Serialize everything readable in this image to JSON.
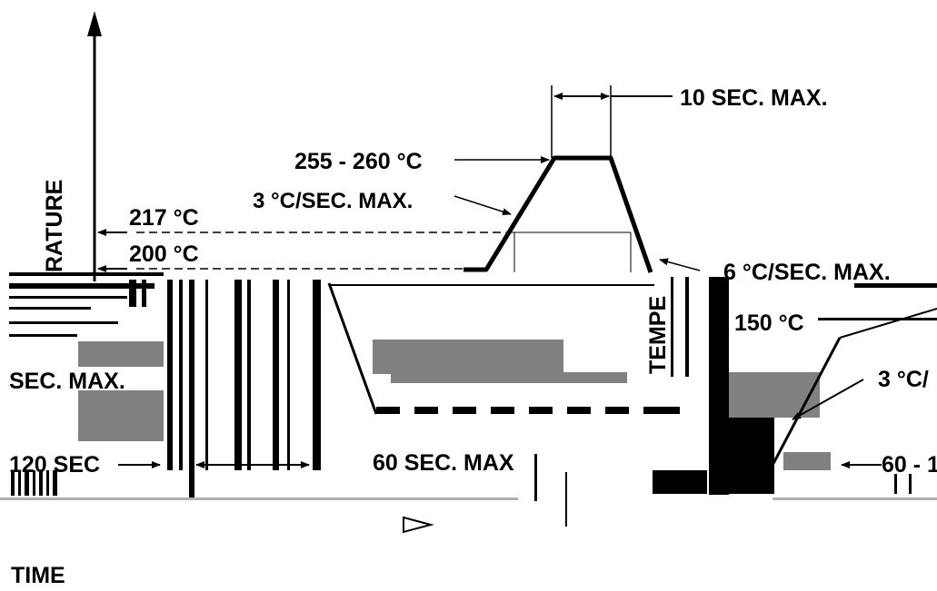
{
  "diagram": {
    "labels": {
      "peak_time": "10 SEC. MAX.",
      "peak_temp": "255 - 260 °C",
      "ramp_up": "3 °C/SEC. MAX.",
      "t217": "217 °C",
      "t200": "200 °C",
      "y_axis_fragment": "RATURE",
      "ramp_down_fragment": "6 °C/SEC. MAX.",
      "t150_fragment": "150 °C",
      "y_axis_rotated": "TEMPE",
      "left_sec_max": "SEC. MAX.",
      "ramp_fragment": "3 °C/",
      "preheat_time": "120 SEC",
      "above_time": "60 SEC. MAX",
      "right_time": "60 - 1",
      "x_axis": "TIME"
    },
    "colors": {
      "ink": "#000000",
      "gray": "#808080",
      "background": "#ffffff"
    }
  }
}
